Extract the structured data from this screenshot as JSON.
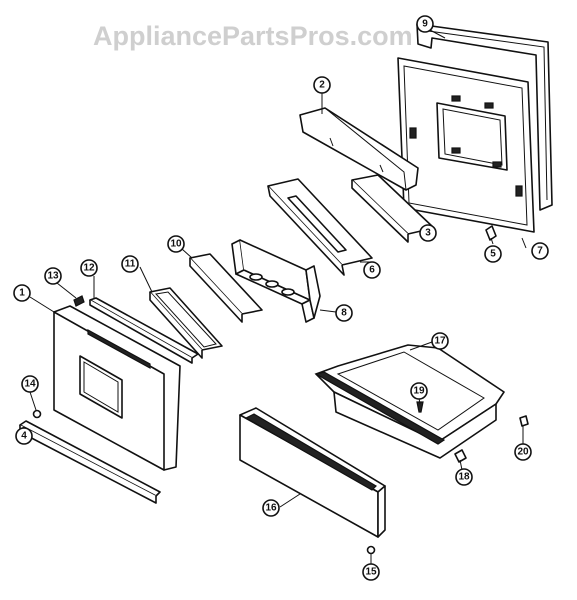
{
  "watermark": "AppliancePartsPros.com",
  "callouts": {
    "c1": "1",
    "c2": "2",
    "c3": "3",
    "c4": "4",
    "c5": "5",
    "c6": "6",
    "c7": "7",
    "c8": "8",
    "c9": "9",
    "c10": "10",
    "c11": "11",
    "c12": "12",
    "c13": "13",
    "c14": "14",
    "c15": "15",
    "c16": "16",
    "c17": "17",
    "c18": "18",
    "c19": "19",
    "c20": "20"
  }
}
